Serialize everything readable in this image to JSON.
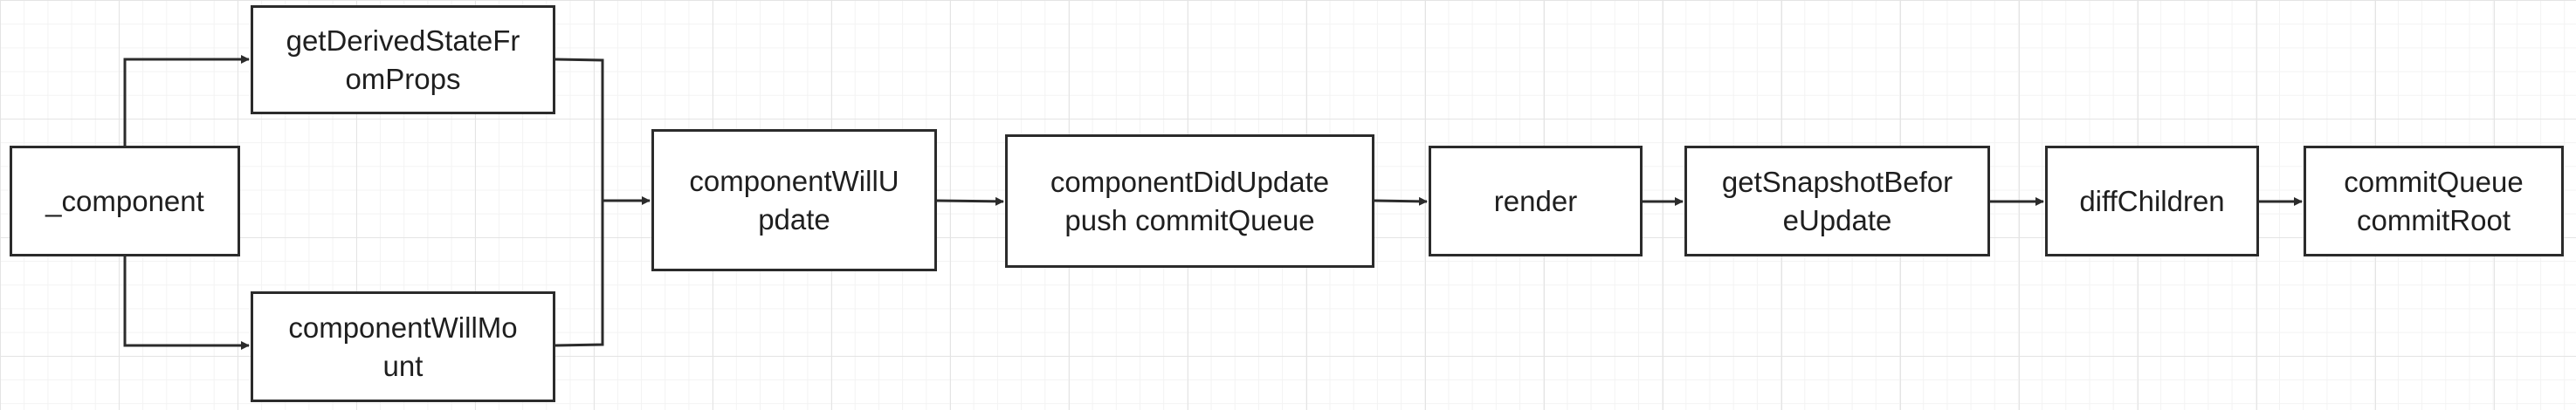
{
  "colors": {
    "stroke": "#2b2b2b",
    "node_fill": "#ffffff",
    "text": "#1f1f1f",
    "grid_major": "#e4e4e4",
    "grid_minor": "#f3f3f3"
  },
  "nodes": [
    {
      "id": "component",
      "label": "_component"
    },
    {
      "id": "gdsfp",
      "label": "getDerivedStateFr\nomProps"
    },
    {
      "id": "cwm",
      "label": "componentWillMo\nunt"
    },
    {
      "id": "cwu",
      "label": "componentWillU\npdate"
    },
    {
      "id": "cdu",
      "label": "componentDidUpdate\npush commitQueue"
    },
    {
      "id": "render",
      "label": "render"
    },
    {
      "id": "gsbu",
      "label": "getSnapshotBefor\neUpdate"
    },
    {
      "id": "diff",
      "label": "diffChildren"
    },
    {
      "id": "commit",
      "label": "commitQueue\ncommitRoot"
    }
  ],
  "edges": [
    {
      "from": "component",
      "to": "gdsfp"
    },
    {
      "from": "component",
      "to": "cwm"
    },
    {
      "from": "gdsfp",
      "to": "cwu"
    },
    {
      "from": "cwm",
      "to": "cwu"
    },
    {
      "from": "cwu",
      "to": "cdu"
    },
    {
      "from": "cdu",
      "to": "render"
    },
    {
      "from": "render",
      "to": "gsbu"
    },
    {
      "from": "gsbu",
      "to": "diff"
    },
    {
      "from": "diff",
      "to": "commit"
    }
  ]
}
